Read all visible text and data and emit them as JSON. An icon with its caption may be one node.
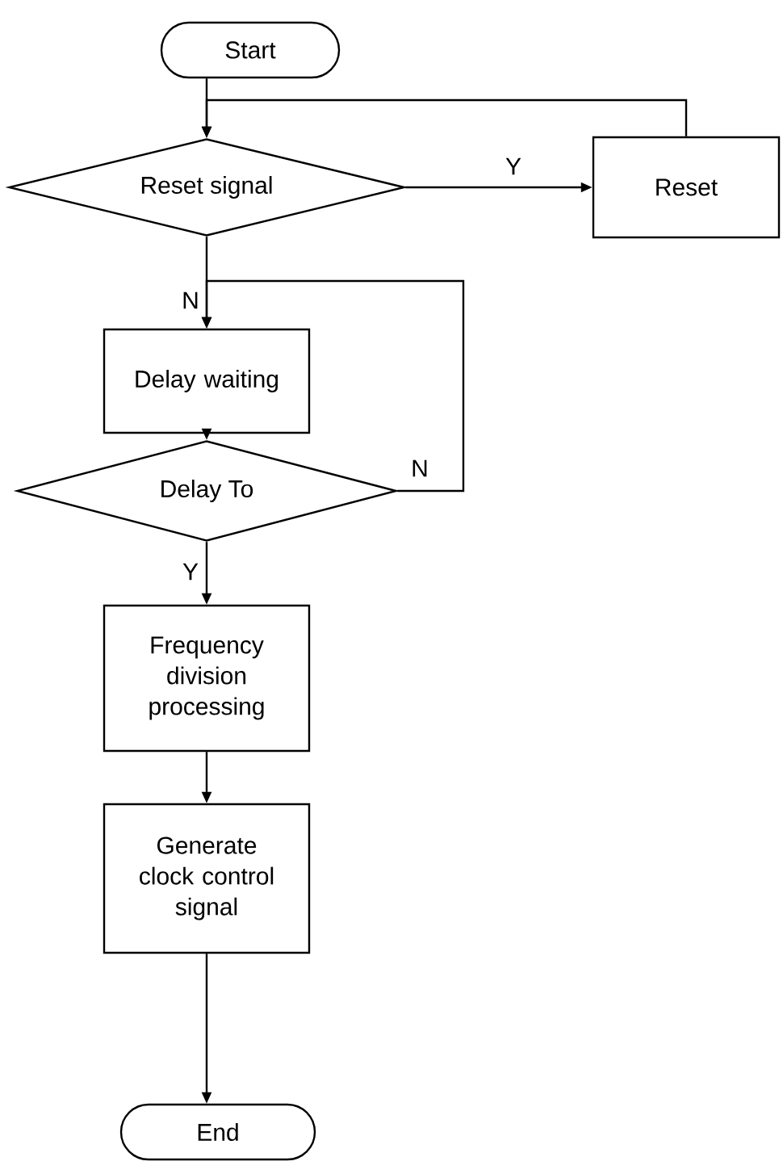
{
  "diagram": {
    "nodes": [
      {
        "text": [
          "Start"
        ]
      },
      {
        "text": [
          "Reset signal"
        ]
      },
      {
        "text": [
          "Reset"
        ]
      },
      {
        "text": [
          "Delay waiting"
        ]
      },
      {
        "text": [
          "Delay To"
        ]
      },
      {
        "text": [
          "Frequency division processing"
        ]
      },
      {
        "text": [
          "Generate clock control signal"
        ]
      },
      {
        "text": [
          "End"
        ]
      }
    ],
    "edges": [
      {
        "from": 0,
        "to": 1,
        "arrow": "to"
      },
      {
        "from": 1,
        "to": 2,
        "arrow": "to",
        "label": "Y"
      },
      {
        "from": 2,
        "to": 1,
        "arrow": "to"
      },
      {
        "from": 1,
        "to": 3,
        "arrow": "to",
        "label": "N"
      },
      {
        "from": 3,
        "to": 4,
        "arrow": "to"
      },
      {
        "from": 4,
        "to": 3,
        "arrow": "to",
        "label": "N"
      },
      {
        "from": 4,
        "to": 5,
        "arrow": "to",
        "label": "Y"
      },
      {
        "from": 5,
        "to": 6,
        "arrow": "to"
      },
      {
        "from": 6,
        "to": 7,
        "arrow": "to"
      }
    ]
  }
}
